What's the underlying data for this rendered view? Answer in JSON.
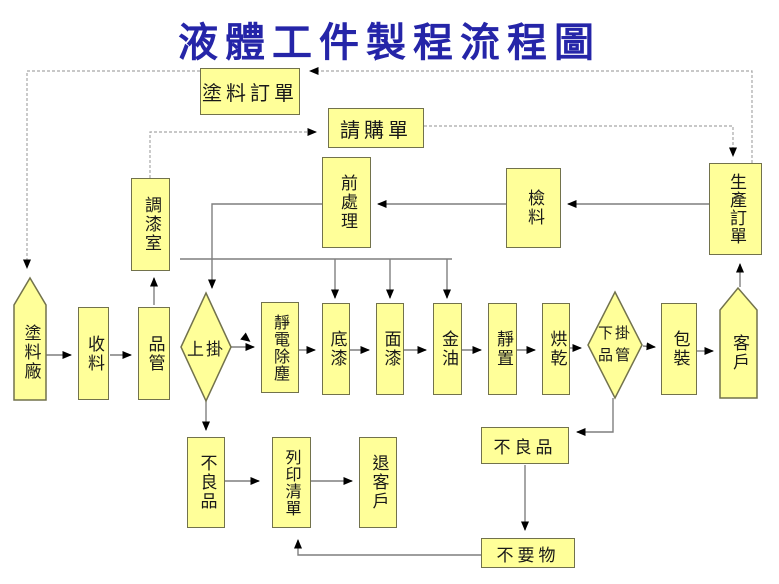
{
  "title": {
    "text": "液體工件製程流程圖",
    "color": "#2525a8"
  },
  "colors": {
    "node_fill": "#ffff99",
    "node_border": "#72724c",
    "line": "#7f7f7f",
    "dashed_line": "#a8a8a8",
    "arrowhead": "#000000",
    "background": "#ffffff"
  },
  "nodes": {
    "paint_order": {
      "label": "塗料訂單",
      "shape": "rect"
    },
    "purchase_request": {
      "label": "請購單",
      "shape": "rect"
    },
    "paint_mixing_room": {
      "label": "調漆室",
      "shape": "rect"
    },
    "pretreatment": {
      "label": "前處理",
      "shape": "rect"
    },
    "material_check": {
      "label": "檢料",
      "shape": "rect"
    },
    "production_order": {
      "label": "生產訂單",
      "shape": "rect"
    },
    "paint_factory": {
      "label": "塗料廠",
      "shape": "pentagon"
    },
    "receive_material": {
      "label": "收料",
      "shape": "rect"
    },
    "quality_control": {
      "label": "品管",
      "shape": "rect"
    },
    "hang_up": {
      "label": "上掛",
      "shape": "diamond"
    },
    "static_dust_removal": {
      "label": "靜電除塵",
      "shape": "rect"
    },
    "primer": {
      "label": "底漆",
      "shape": "rect"
    },
    "top_coat": {
      "label": "面漆",
      "shape": "rect"
    },
    "clear_coat": {
      "label": "金油",
      "shape": "rect"
    },
    "settle": {
      "label": "靜置",
      "shape": "rect"
    },
    "bake_dry": {
      "label": "烘乾",
      "shape": "rect"
    },
    "unhook_qc": {
      "label": "下掛品管",
      "shape": "diamond"
    },
    "packing": {
      "label": "包裝",
      "shape": "rect"
    },
    "customer": {
      "label": "客戶",
      "shape": "pentagon"
    },
    "defective_lower": {
      "label": "不良品",
      "shape": "rect"
    },
    "print_list": {
      "label": "列印清單",
      "shape": "rect"
    },
    "return_to_customer": {
      "label": "退客戶",
      "shape": "rect"
    },
    "defective_right": {
      "label": "不良品",
      "shape": "rect"
    },
    "unwanted_items": {
      "label": "不要物",
      "shape": "rect"
    }
  }
}
